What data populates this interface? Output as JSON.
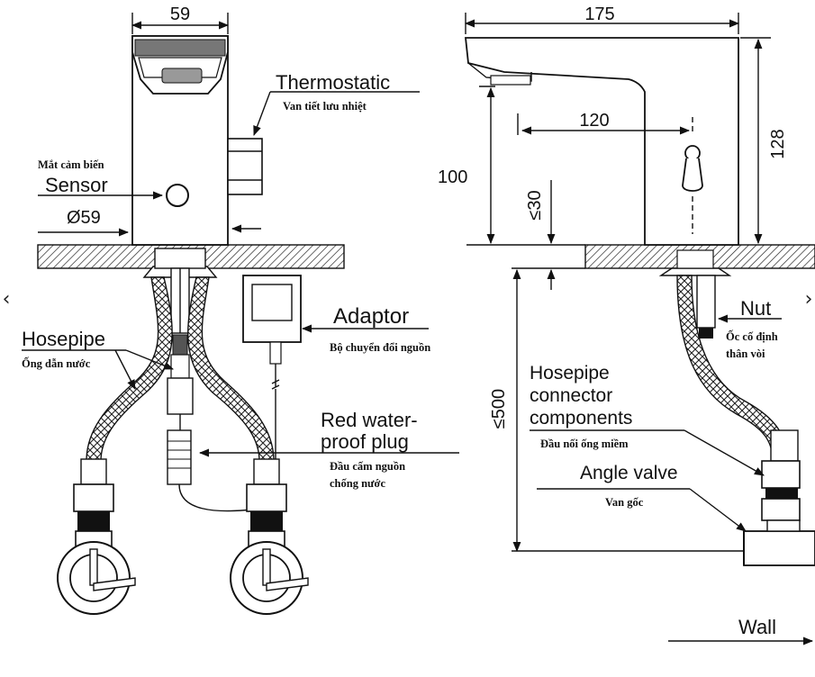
{
  "labels": {
    "dim_width_front": "59",
    "dim_width_side": "175",
    "dim_reach": "120",
    "dim_height_spout": "100",
    "dim_height_total": "128",
    "dim_deck_max": "≤30",
    "dim_hose_max": "≤500",
    "diameter": "Ø59",
    "thermostatic": "Thermostatic",
    "thermostatic_vn": "Van tiết lưu nhiệt",
    "sensor": "Sensor",
    "sensor_vn": "Mắt cảm biến",
    "adaptor": "Adaptor",
    "adaptor_vn": "Bộ chuyển đổi nguồn",
    "hosepipe": "Hosepipe",
    "hosepipe_vn": "Ống dẫn nước",
    "red_plug_line1": "Red water-",
    "red_plug_line2": "proof plug",
    "red_plug_vn_line1": "Đầu cấm nguồn",
    "red_plug_vn_line2": "chống nước",
    "nut": "Nut",
    "nut_vn_line1": "Ốc cố định",
    "nut_vn_line2": "thân vòi",
    "connector_line1": "Hosepipe",
    "connector_line2": "connector",
    "connector_line3": "components",
    "connector_vn": "Đầu nối ống miềm",
    "angle_valve": "Angle valve",
    "angle_valve_vn": "Van gốc",
    "wall": "Wall"
  },
  "nav": {
    "prev": "‹",
    "next": "›"
  }
}
